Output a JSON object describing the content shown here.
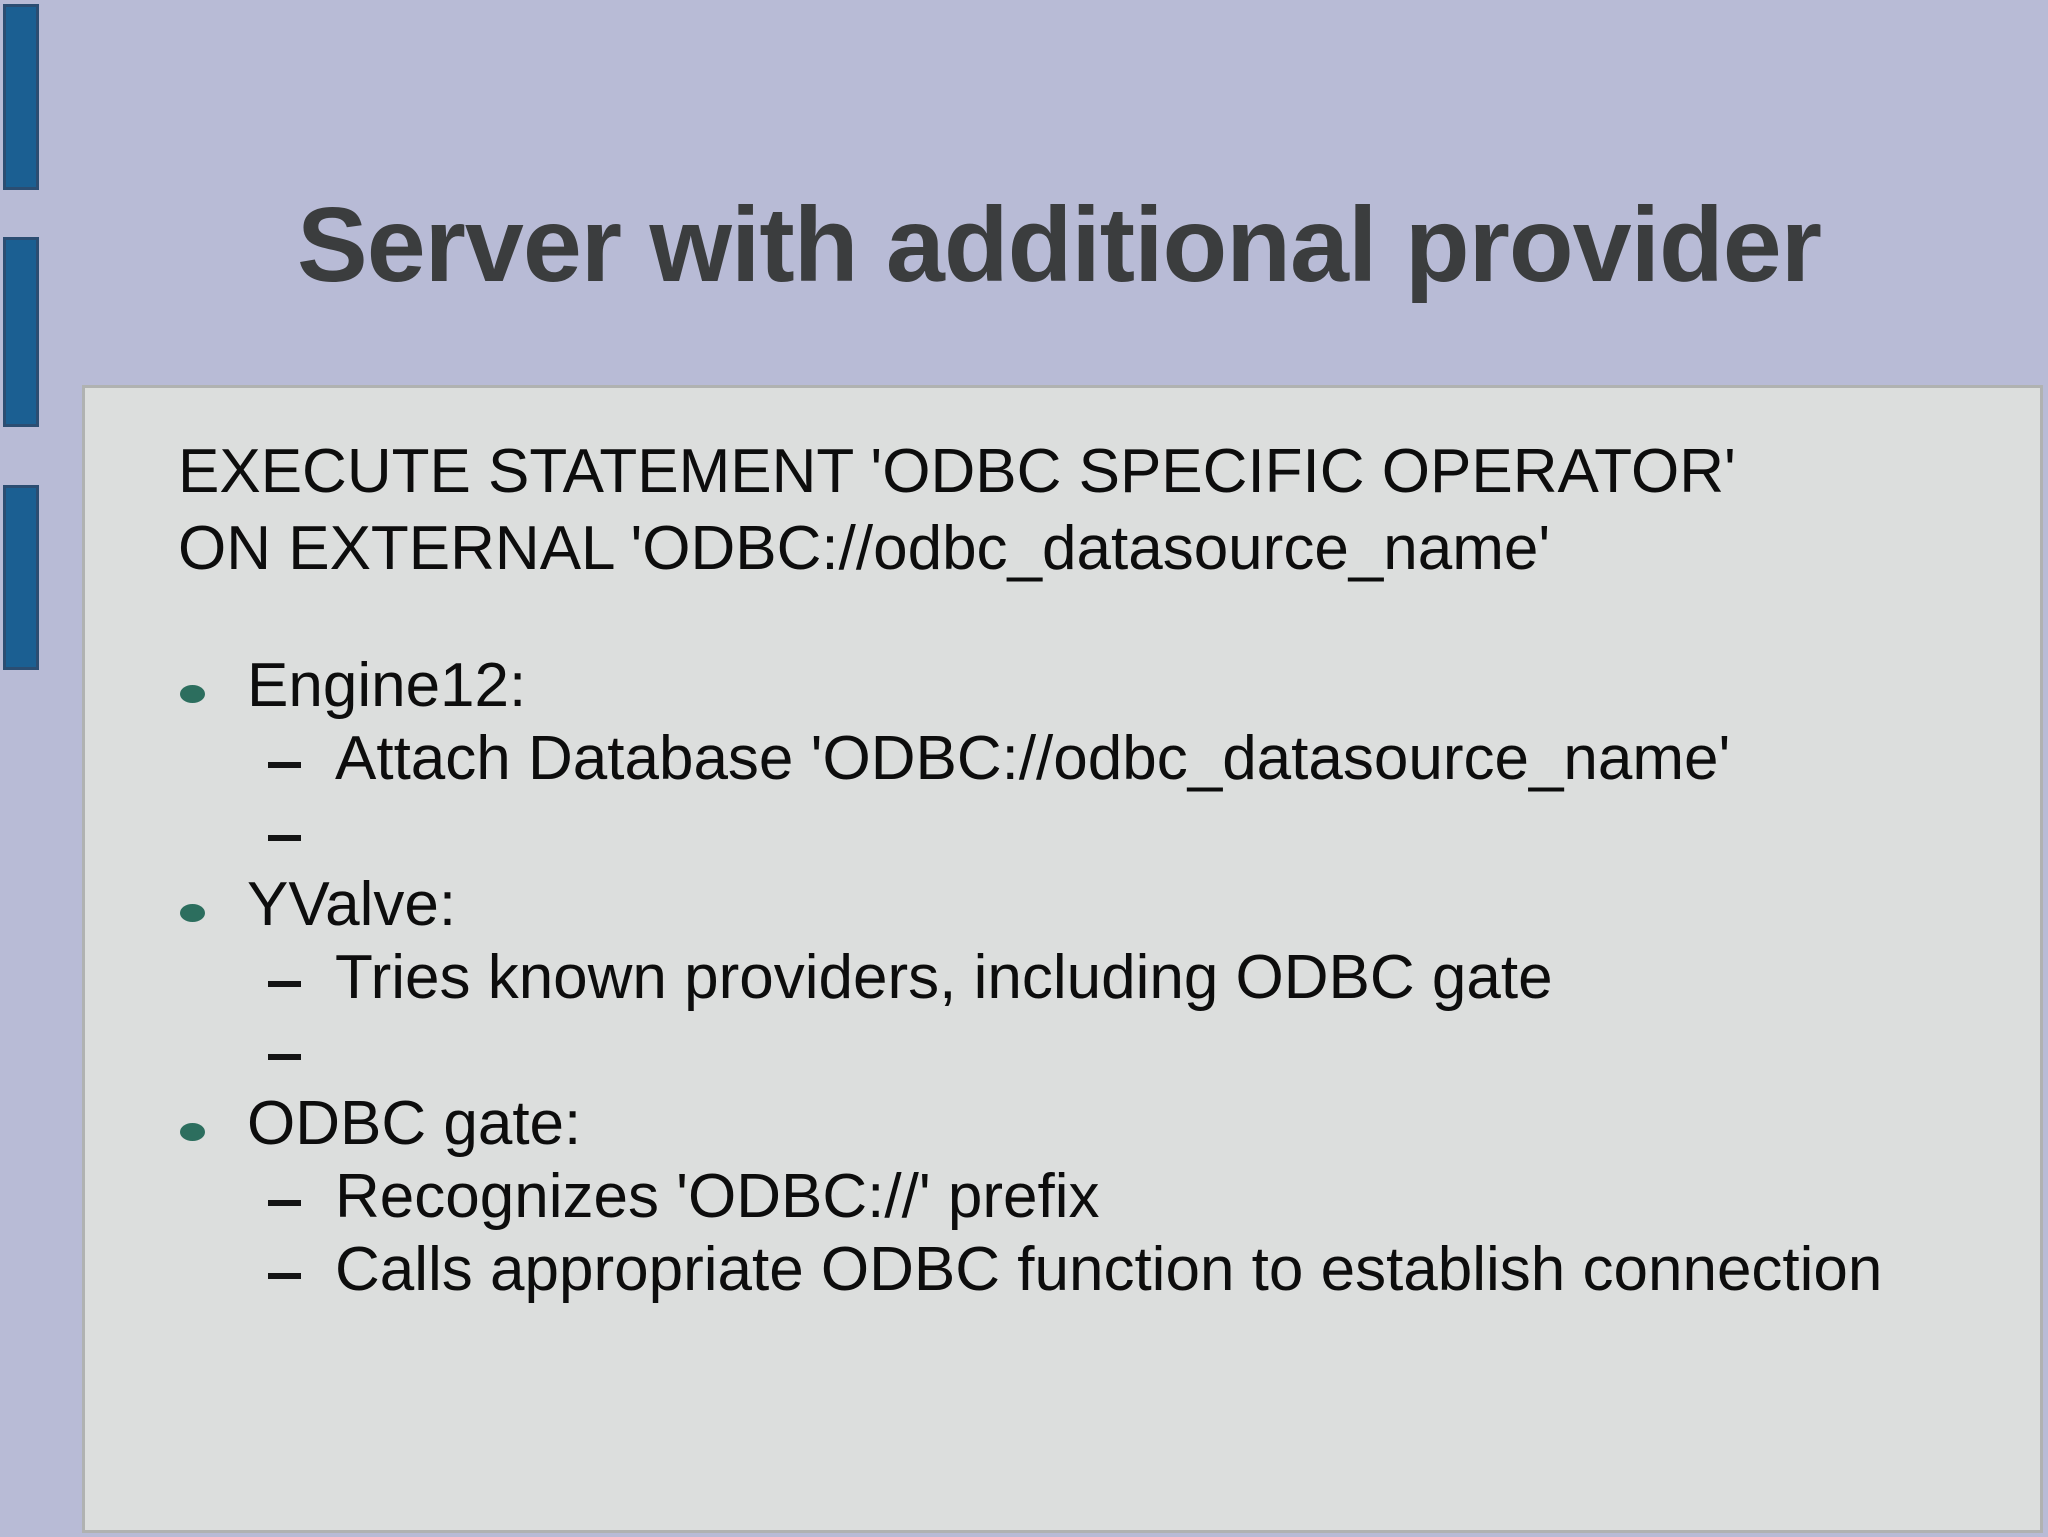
{
  "slide": {
    "title": "Server with additional provider",
    "statement_lines": [
      "EXECUTE STATEMENT 'ODBC SPECIFIC OPERATOR'",
      "ON EXTERNAL 'ODBC://odbc_datasource_name'"
    ],
    "bullets": [
      {
        "level": 1,
        "text": "Engine12:"
      },
      {
        "level": 2,
        "text": "Attach Database 'ODBC://odbc_datasource_name'"
      },
      {
        "level": 2,
        "text": ""
      },
      {
        "level": 1,
        "text": "YValve:"
      },
      {
        "level": 2,
        "text": "Tries known providers, including ODBC gate"
      },
      {
        "level": 2,
        "text": ""
      },
      {
        "level": 1,
        "text": "ODBC gate:"
      },
      {
        "level": 2,
        "text": "Recognizes 'ODBC://' prefix"
      },
      {
        "level": 2,
        "text": "Calls appropriate ODBC function to establish connection"
      }
    ],
    "colors": {
      "background": "#b8bbd6",
      "panel_fill": "#dcdedd",
      "panel_border": "#b0b2b1",
      "accent_blue_fill": "#1b5f92",
      "accent_blue_border": "#2b4d72",
      "bullet_teal": "#2c6e5e",
      "title_text": "#3b3d3e",
      "body_text": "#0d0d0d"
    }
  }
}
